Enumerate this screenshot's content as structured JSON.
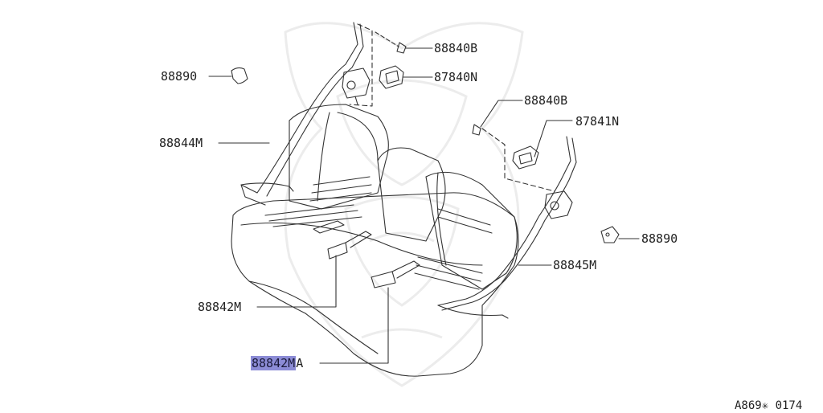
{
  "diagram": {
    "callouts": {
      "bolt_left": "88840B",
      "bracket_left": "87840N",
      "cover_left": "88890",
      "belt_left": "88844M",
      "bolt_right": "88840B",
      "bracket_right": "87841N",
      "cover_right": "88890",
      "belt_right": "88845M",
      "buckle_left": "88842M",
      "buckle_center_highlight": "88842M",
      "buckle_center_suffix": "A"
    },
    "drawing_code": "A869✳ 0174",
    "highlight_color": "#8c8cd6"
  }
}
